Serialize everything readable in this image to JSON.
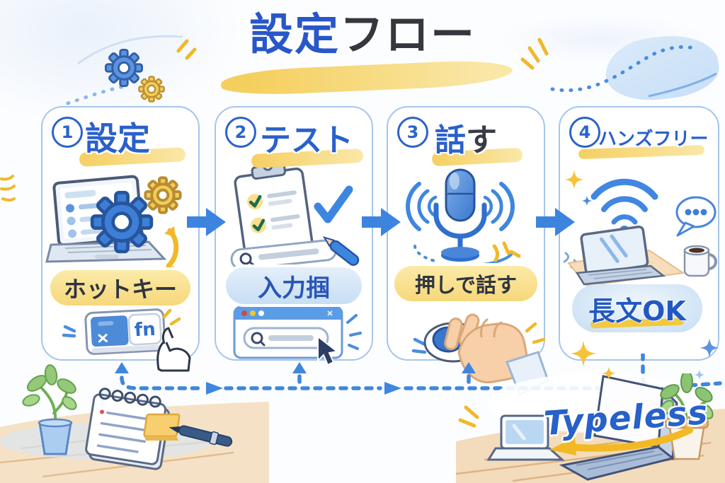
{
  "title": {
    "main": "設定",
    "sub": "フロー"
  },
  "steps": [
    {
      "number": "1",
      "title_blue": "設定",
      "title_dark": "",
      "pill": "ホットキー",
      "key_label": "fn"
    },
    {
      "number": "2",
      "title_blue": "テスト",
      "title_dark": "",
      "pill": "入力掴"
    },
    {
      "number": "3",
      "title_blue": "話",
      "title_dark": "す",
      "pill": "押しで話す"
    },
    {
      "number": "4",
      "title_blue": "ハンズフリー",
      "title_dark": "",
      "pill": "長文OK"
    }
  ],
  "brand": {
    "logo": "Typeless"
  },
  "icons": {
    "step1_main": "laptop-settings-gears",
    "step1_sub": "fn-key-with-pointer-hand",
    "step2_main": "checklist-clipboard-search",
    "step2_sub": "browser-window-cursor",
    "step3_main": "microphone-sound-waves",
    "step3_sub": "hand-pressing-button",
    "step4_main": "wifi-chat-bubble",
    "step4_sub": "laptop-coffee-desk"
  },
  "colors": {
    "primary_blue": "#2a63cc",
    "accent_yellow": "#f5c832",
    "dark_text": "#33383f",
    "card_border": "#a6c6e9",
    "arrow_blue": "#3d84de"
  }
}
